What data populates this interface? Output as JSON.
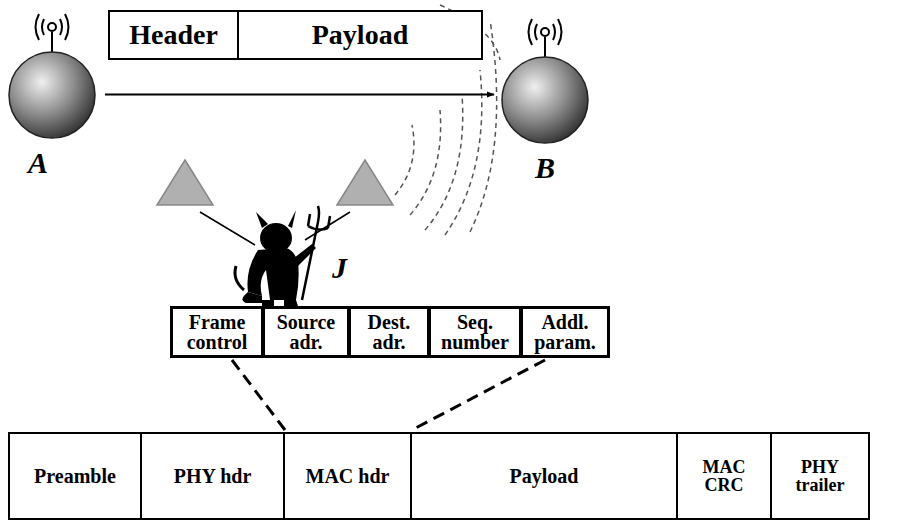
{
  "diagram": {
    "nodes": [
      {
        "text": [
          "A"
        ]
      },
      {
        "text": [
          "B"
        ]
      },
      {
        "text": [
          "Header"
        ]
      },
      {
        "text": [
          "Payload"
        ]
      },
      {
        "text": [
          "J"
        ]
      },
      {
        "text": [
          "Frame control"
        ]
      },
      {
        "text": [
          "Source adr."
        ]
      },
      {
        "text": [
          "Dest. adr."
        ]
      },
      {
        "text": [
          "Seq. number"
        ]
      },
      {
        "text": [
          "Addl. param."
        ]
      },
      {
        "text": [
          "Preamble"
        ]
      },
      {
        "text": [
          "PHY hdr"
        ]
      },
      {
        "text": [
          "MAC hdr"
        ]
      },
      {
        "text": [
          "Payload"
        ]
      },
      {
        "text": [
          "MAC CRC"
        ]
      },
      {
        "text": [
          "PHY trailer"
        ]
      }
    ],
    "edges": [
      {
        "from": 0,
        "to": 1,
        "arrow": "to"
      }
    ]
  }
}
